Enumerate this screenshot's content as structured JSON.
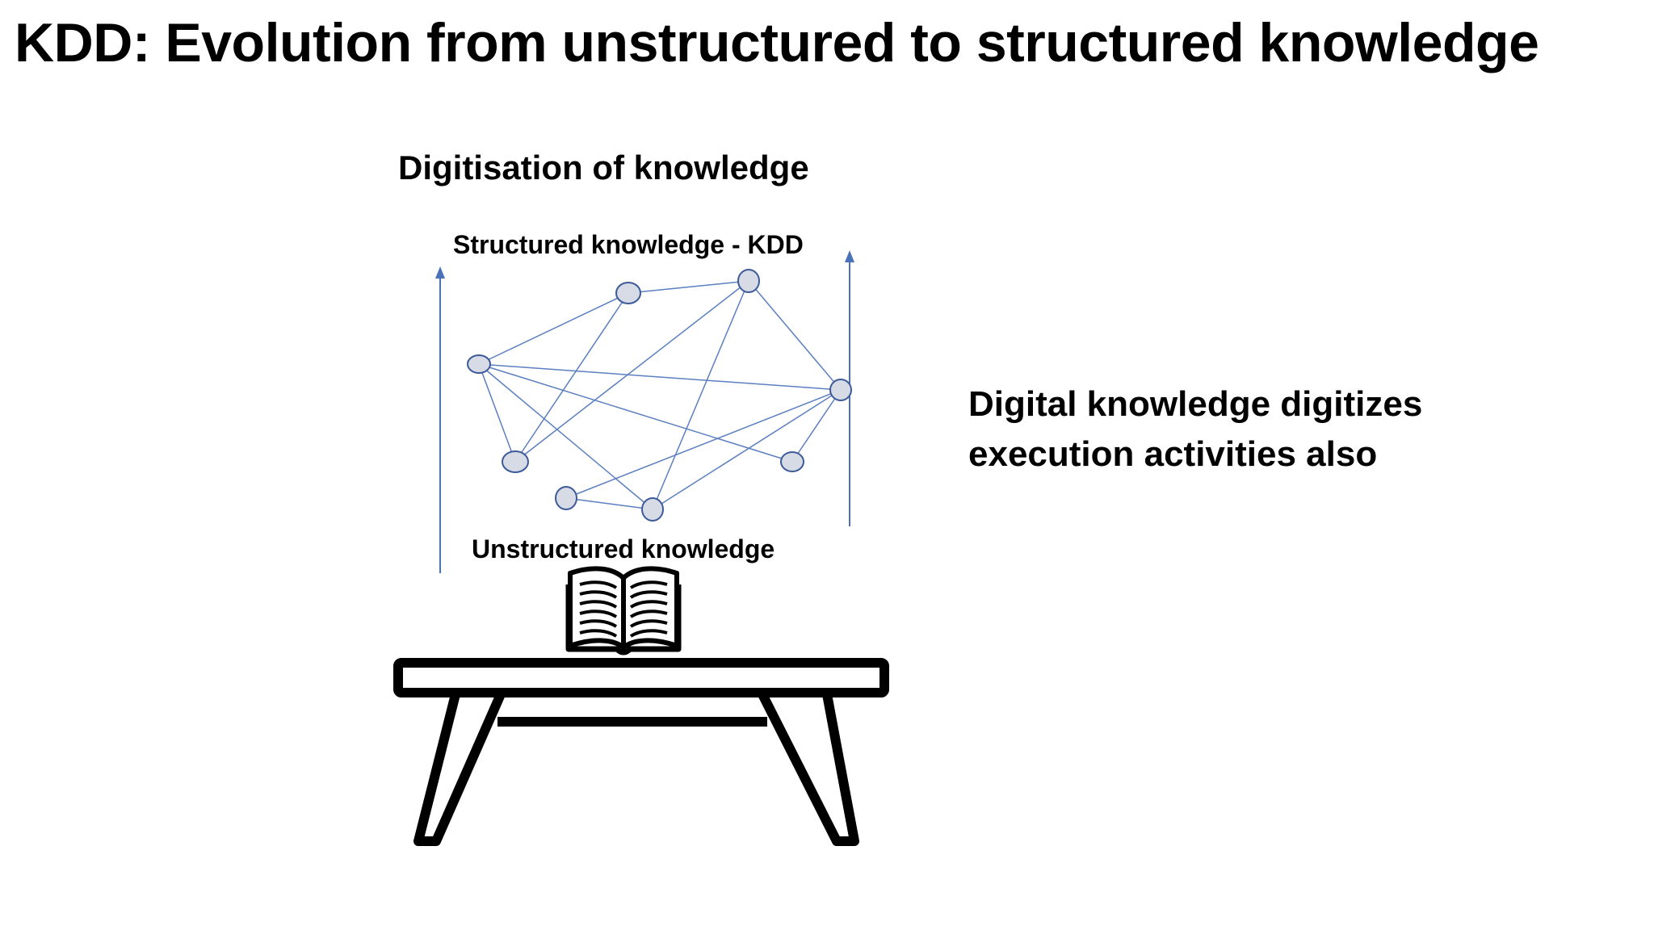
{
  "slide": {
    "title": "KDD: Evolution from unstructured to structured knowledge",
    "subtitle": "Digitisation of knowledge"
  },
  "diagram": {
    "top_label": "Structured knowledge - KDD",
    "bottom_label": "Unstructured knowledge",
    "network_nodes": [
      {
        "id": "n1"
      },
      {
        "id": "n2"
      },
      {
        "id": "n3"
      },
      {
        "id": "n4"
      },
      {
        "id": "n5"
      },
      {
        "id": "n6"
      },
      {
        "id": "n7"
      },
      {
        "id": "n8"
      },
      {
        "id": "n9"
      }
    ],
    "icons": [
      "open-book-icon",
      "table-icon",
      "up-arrow-icon"
    ],
    "colors": {
      "edge": "#5b7fbf",
      "node_fill": "#d6dbe6",
      "node_stroke": "#3d5a99",
      "arrow": "#4a72b8",
      "ink": "#000000"
    }
  },
  "side_note": {
    "lines": [
      "Digital knowledge digitizes",
      "execution activities also"
    ]
  }
}
